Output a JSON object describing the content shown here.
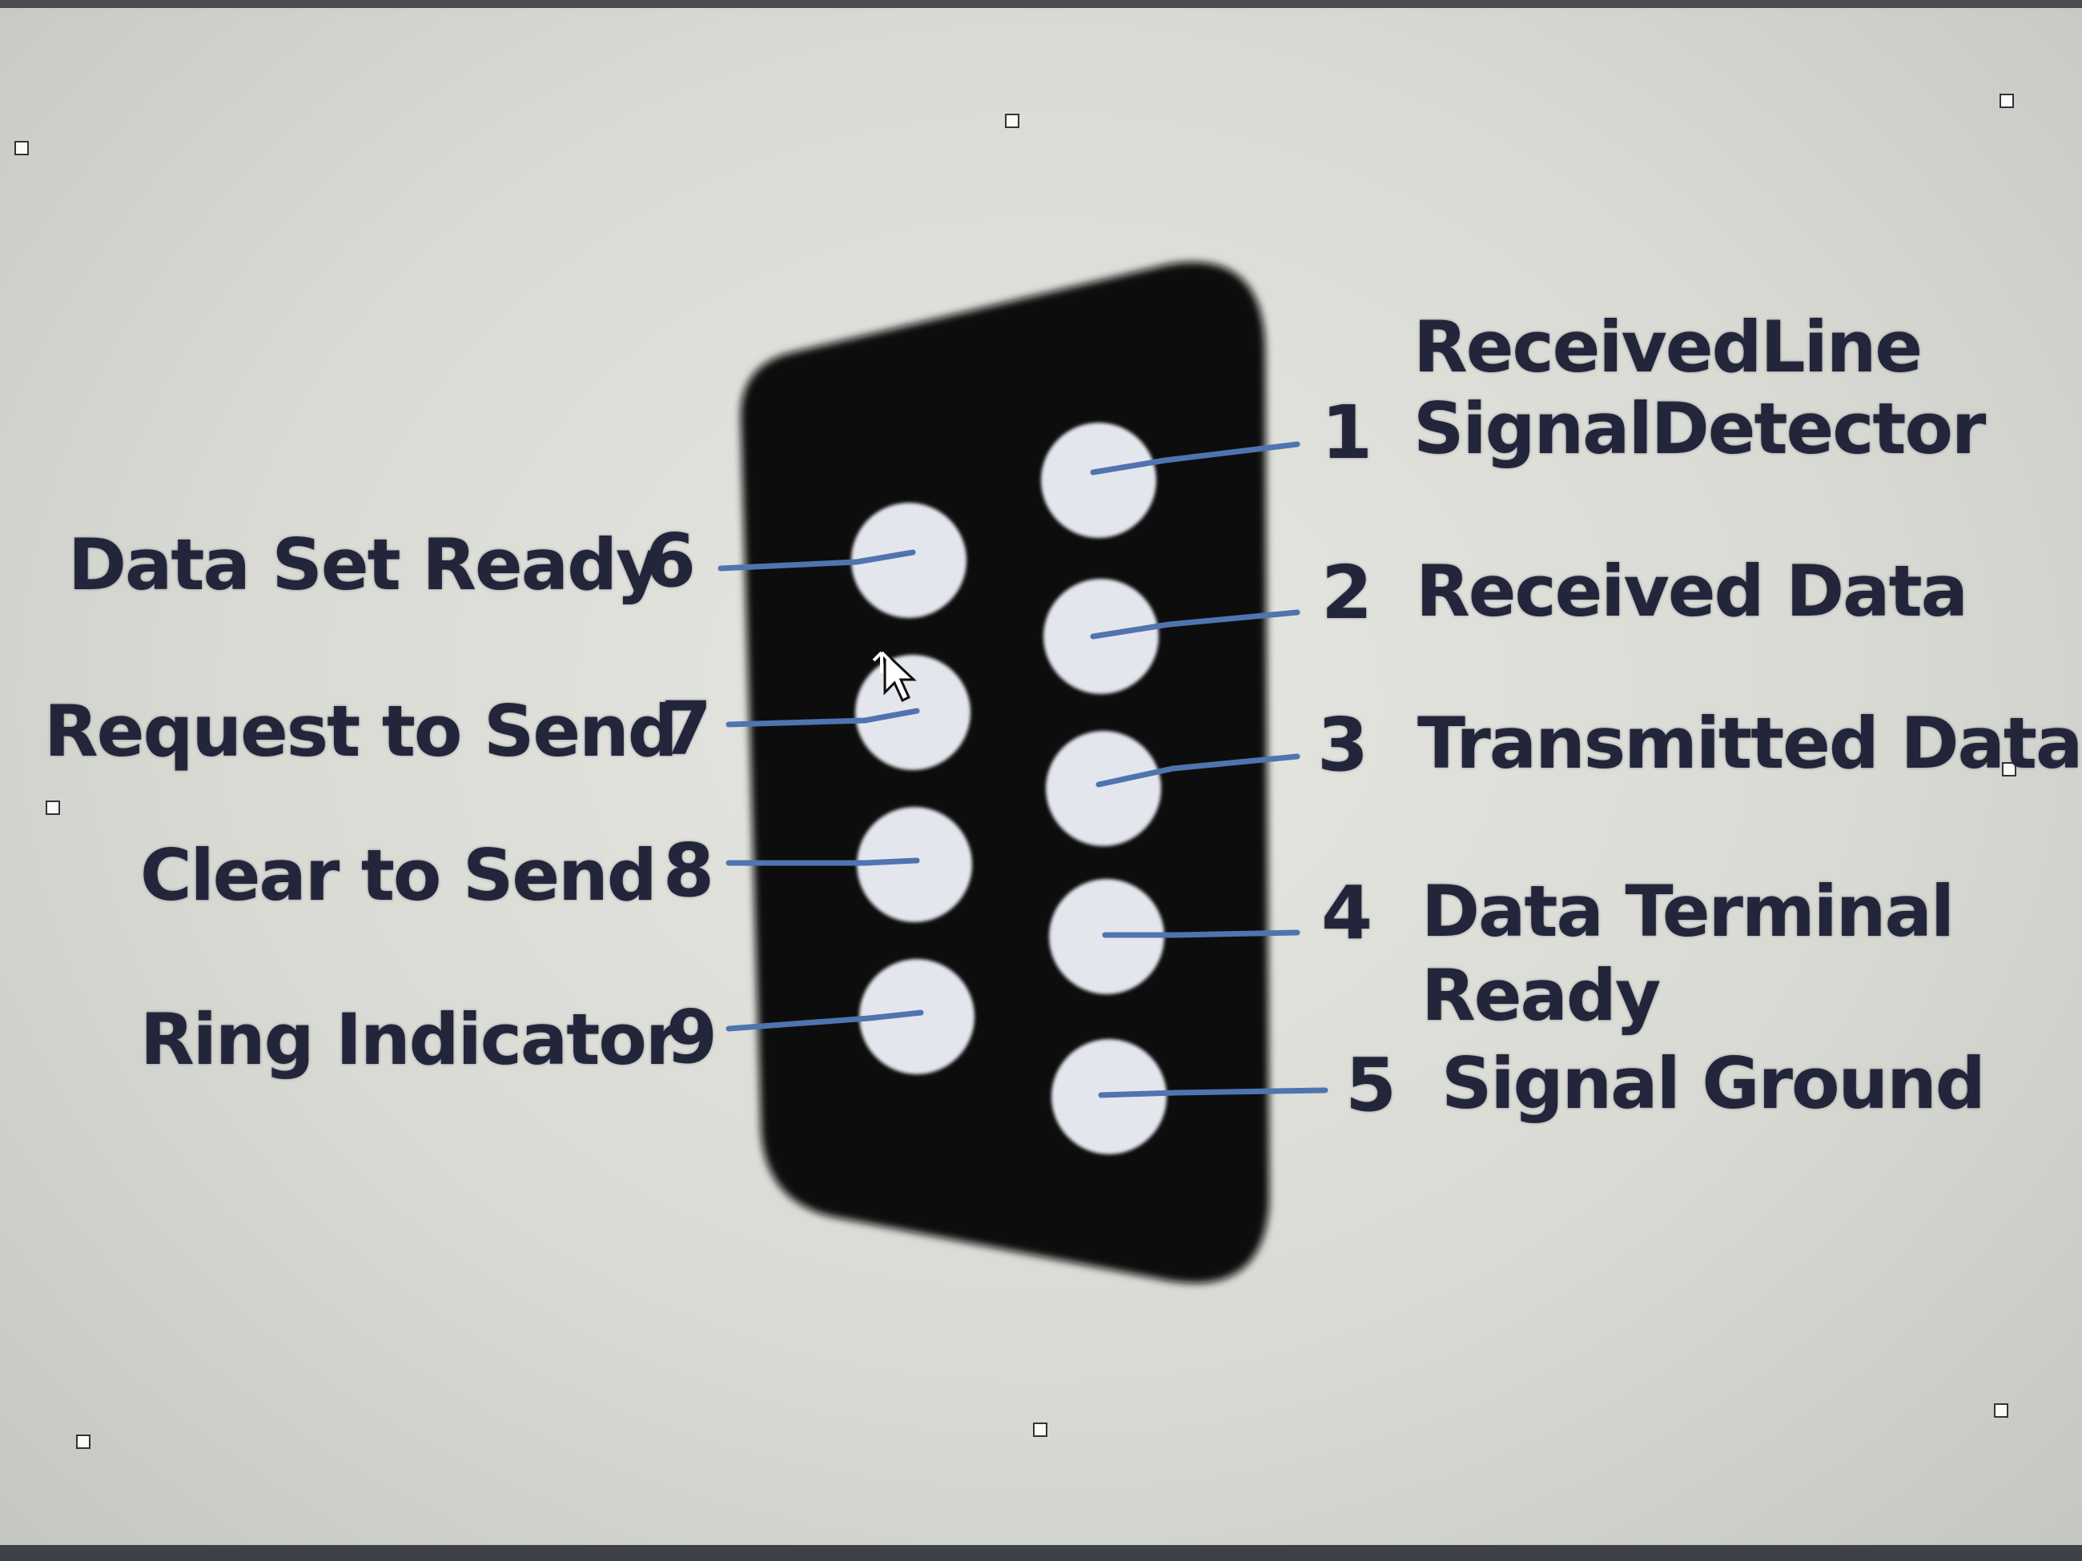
{
  "diagram": {
    "left_labels": [
      {
        "pin": "6",
        "text": "Data Set Ready"
      },
      {
        "pin": "7",
        "text": "Request to Send"
      },
      {
        "pin": "8",
        "text": "Clear to Send"
      },
      {
        "pin": "9",
        "text": "Ring Indicator"
      }
    ],
    "right_labels": [
      {
        "pin": "1",
        "line1": "ReceivedLine",
        "line2": "SignalDetector"
      },
      {
        "pin": "2",
        "line1": "Received Data",
        "line2": ""
      },
      {
        "pin": "3",
        "line1": "Transmitted Data",
        "line2": ""
      },
      {
        "pin": "4",
        "line1": "Data Terminal",
        "line2": "Ready"
      },
      {
        "pin": "5",
        "line1": "Signal Ground",
        "line2": ""
      }
    ],
    "connector_color": "#0b0b0f",
    "pin_color": "#e4e6ee",
    "line_color": "#4f74b0"
  }
}
